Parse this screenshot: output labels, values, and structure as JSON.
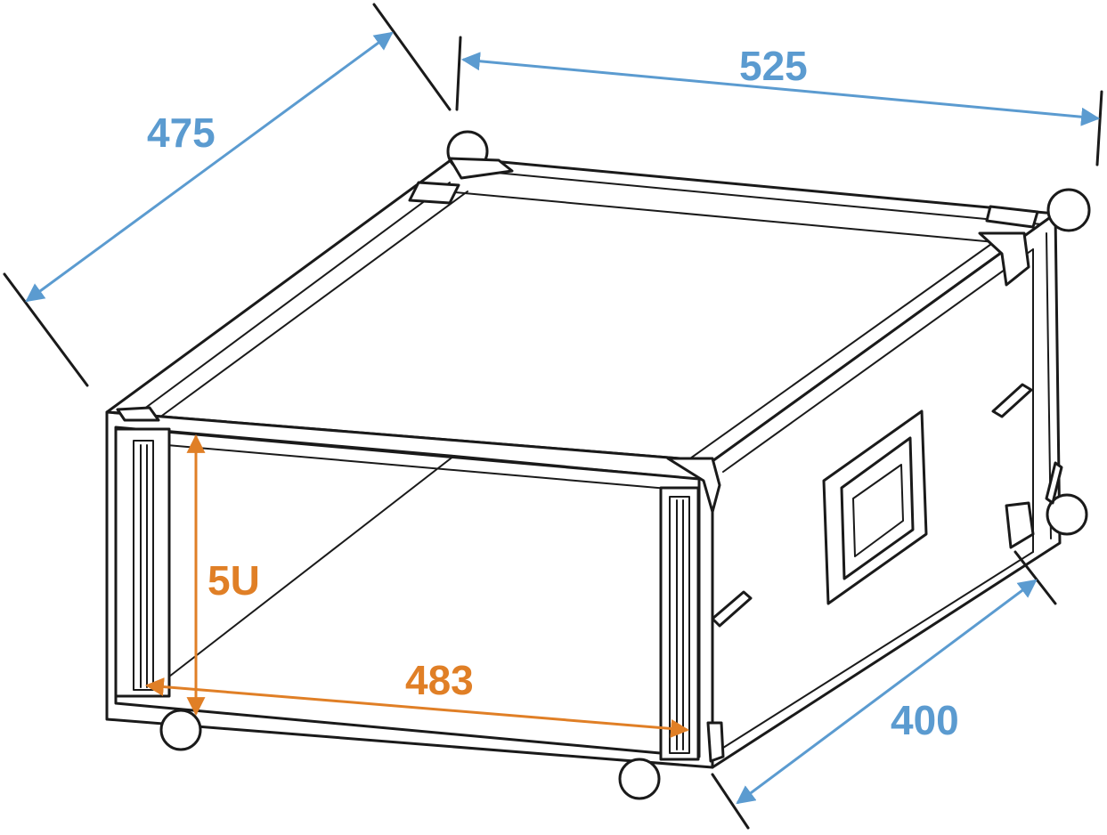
{
  "colors": {
    "outline": "#1a1a1a",
    "external_dim": "#5b9bd0",
    "internal_dim": "#e07f26",
    "background": "#ffffff"
  },
  "dimensions": {
    "depth": "475",
    "width": "525",
    "height_external": "400",
    "rack_width": "483",
    "rack_height": "5U"
  }
}
